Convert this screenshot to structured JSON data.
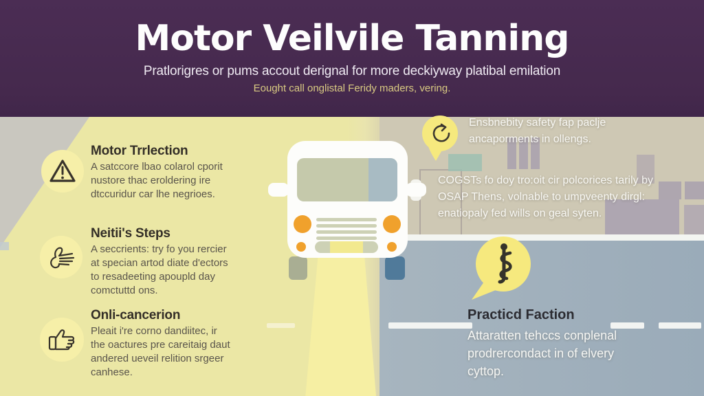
{
  "infographic": {
    "title": "Motor Veilvile Tanning",
    "subtitle": "Pratlorigres or pums accout derignal for more deckiyway platibal emilation",
    "tagline": "Eought call onglistal Feridy maders, vering.",
    "left_items": [
      {
        "icon": "warning-triangle",
        "heading": "Motor Trrlection",
        "body": [
          "A satccore lbao colarol cporit",
          "nustore thac eroldering ire",
          "dtccuridur car lhe negrioes."
        ]
      },
      {
        "icon": "open-hand",
        "heading": "Neitii's Steps",
        "body": [
          "A seccrients: try fo you rercier",
          "at specian artod diate d'ectors",
          "to resadeeting apoupld day",
          "comctuttd ons."
        ]
      },
      {
        "icon": "thumbs-up",
        "heading": "Onli-cancerion",
        "body": [
          "Pleait i're corno dandiitec, ir",
          "the oactures pre careitaig daut",
          "andered ueveil relition srgeer",
          "canhese."
        ]
      }
    ],
    "right_notes": {
      "bubble_note": [
        "Ensbnebity safety fap paclje",
        "ancaporments in ollengs."
      ],
      "paragraph": [
        "COGSTs fo doy tro:oit cir polcorices tarily by",
        "OSAP Thens, volnable to umpveenty dirgl:",
        "enatiopaly fed wills on geal syten."
      ],
      "practice_heading": "Practicd Faction",
      "practice_body": [
        "Attaratten tehccs conplenal",
        "prodrercondact in of elvery",
        "cyttop."
      ]
    },
    "icons": [
      "warning-triangle-icon",
      "open-hand-icon",
      "thumbs-up-icon",
      "rotation-arrow-icon",
      "staff-snake-icon"
    ],
    "colors": {
      "header_purple": "#45294d",
      "panel_yellow": "#ebe7a5",
      "beam_yellow": "#f6efa3",
      "bubble_yellow": "#f6e97e",
      "road_gray_blue": "#a3b2bd",
      "beige_background": "#cec8b4",
      "headlight_orange": "#f0a12c",
      "tagline_gold": "#d9ca82",
      "wheel_green": "#a9ae93",
      "wheel_blue": "#507a9a"
    }
  }
}
